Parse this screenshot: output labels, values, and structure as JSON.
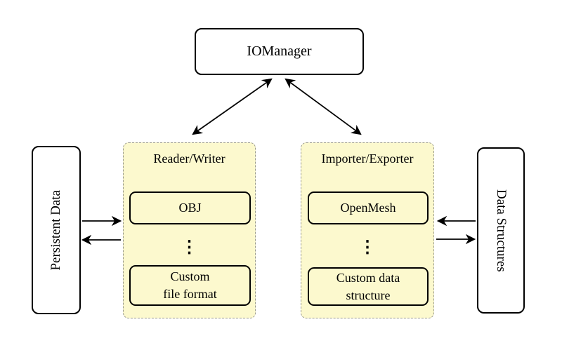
{
  "diagram": {
    "colors": {
      "container_fill": "#FCF9CE",
      "container_border": "#9A9A8E",
      "node_fill": "#FFFFFF",
      "line": "#000000"
    },
    "iomanager": {
      "label": "IOManager"
    },
    "persistent_data": {
      "label": "Persistent Data"
    },
    "data_structures": {
      "label": "Data Structures"
    },
    "reader_writer": {
      "label": "Reader/Writer",
      "items": [
        "OBJ",
        "Custom\nfile format"
      ],
      "ellipsis": "⋮"
    },
    "importer_exporter": {
      "label": "Importer/Exporter",
      "items": [
        "OpenMesh",
        "Custom data\nstructure"
      ],
      "ellipsis": "⋮"
    }
  }
}
